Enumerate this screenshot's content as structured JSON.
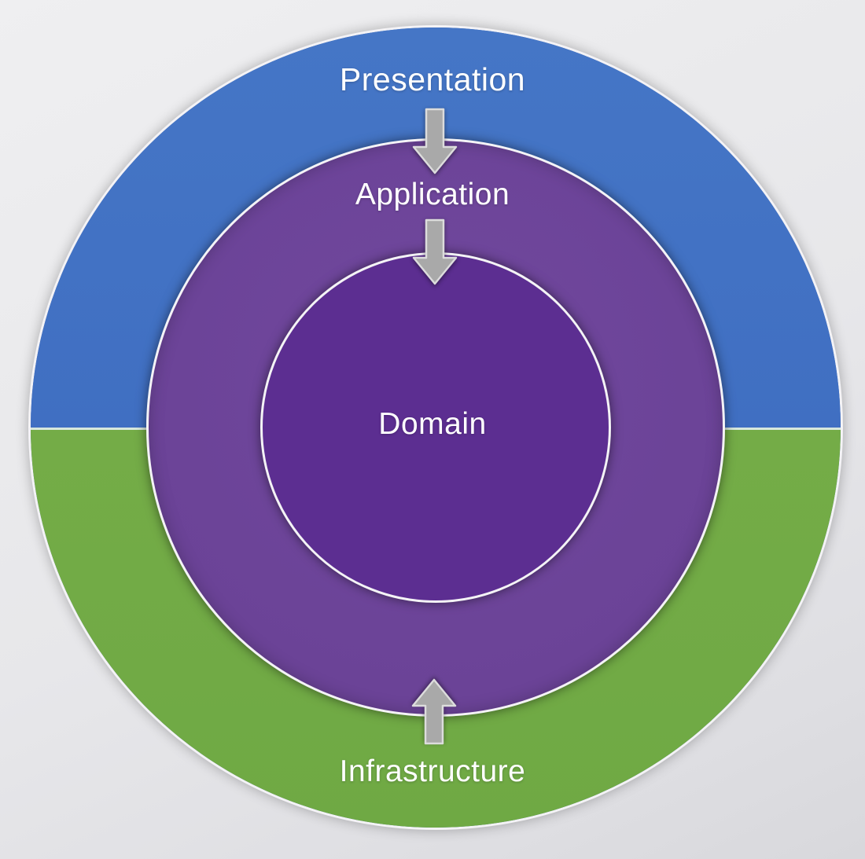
{
  "diagram": {
    "type": "onion-architecture",
    "layers": [
      {
        "id": "presentation",
        "label": "Presentation"
      },
      {
        "id": "application",
        "label": "Application"
      },
      {
        "id": "domain",
        "label": "Domain"
      },
      {
        "id": "infrastructure",
        "label": "Infrastructure"
      }
    ],
    "arrows": [
      {
        "from": "presentation",
        "to": "application",
        "direction": "down"
      },
      {
        "from": "application",
        "to": "domain",
        "direction": "down"
      },
      {
        "from": "infrastructure",
        "to": "application",
        "direction": "up"
      }
    ],
    "colors": {
      "presentation": "#4576C6",
      "application": "#6B4397",
      "domain": "#5C2E91",
      "infrastructure": "#6FA944",
      "background": "#E9E9EB",
      "arrow": "#A9A9A9",
      "border": "#F4F3F6",
      "text": "#FFFFFF"
    }
  }
}
